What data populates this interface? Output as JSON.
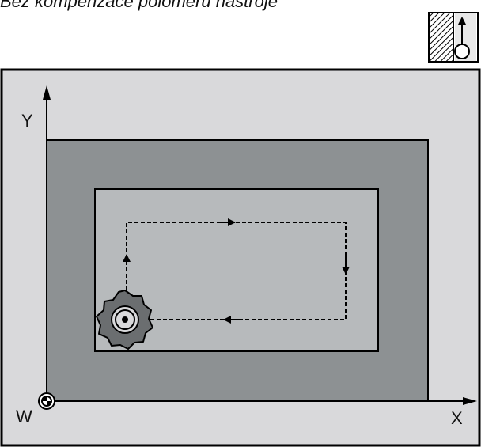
{
  "caption": "Bez kompenzace poloměru nástroje",
  "mode_icon": "tool-radius-compensation-off-icon",
  "axes": {
    "y_label": "Y",
    "x_label": "X",
    "origin_label": "W"
  },
  "colors": {
    "panel": "#d9d9db",
    "outer_block": "#8d9193",
    "inner_pocket": "#b7babc",
    "cutter": "#6b6e70",
    "line": "#000000"
  }
}
